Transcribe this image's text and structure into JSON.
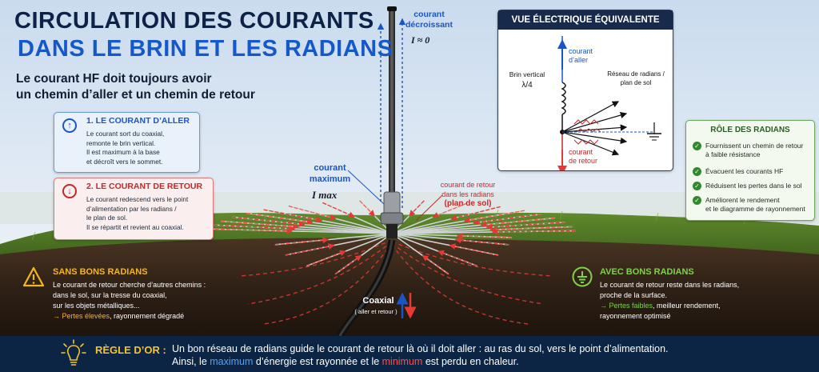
{
  "title": {
    "line1": "CIRCULATION DES COURANTS",
    "line2": "DANS LE BRIN ET LES RADIANS"
  },
  "subtitle": {
    "line1": "Le courant HF doit toujours avoir",
    "line2": "un chemin d’aller et un chemin de retour"
  },
  "aller_box": {
    "title": "1. LE COURANT D’ALLER",
    "lines": [
      "Le courant sort du coaxial,",
      "remonte le brin vertical.",
      "Il est maximum à la base",
      "et décroît vers le sommet."
    ],
    "color": "#1a55c8"
  },
  "retour_box": {
    "title": "2. LE COURANT DE RETOUR",
    "lines": [
      "Le courant redescend vers le point",
      "d’alimentation par les radians /",
      "le plan de sol.",
      "Il se répartit et revient au coaxial."
    ],
    "color": "#c62828"
  },
  "antenna_labels": {
    "top_line1": "courant",
    "top_line2": "décroissant",
    "top_formula": "I ≈ 0",
    "mid_line1": "courant",
    "mid_line2": "maximum",
    "mid_formula": "I max",
    "radial_line1": "courant de retour",
    "radial_line2": "dans les radians",
    "radial_line3": "(plan de sol)",
    "coax": "Coaxial",
    "coax_sub": "( aller et retour )"
  },
  "elec_view": {
    "title": "VUE ÉLECTRIQUE ÉQUIVALENTE",
    "brin_line1": "Brin vertical",
    "brin_line2": "λ/4",
    "aller_line1": "courant",
    "aller_line2": "d’aller",
    "retour_line1": "courant",
    "retour_line2": "de retour",
    "reseau_line1": "Réseau de radians /",
    "reseau_line2": "plan de sol"
  },
  "role": {
    "title": "RÔLE DES RADIANS",
    "items": [
      [
        "Fournissent un chemin de retour",
        "à faible résistance"
      ],
      [
        "Évacuent les courants HF"
      ],
      [
        "Réduisent les pertes dans le sol"
      ],
      [
        "Améliorent le rendement",
        "et le diagramme de rayonnement"
      ]
    ]
  },
  "sans": {
    "title": "SANS BONS RADIANS",
    "lines": [
      "Le courant de retour cherche d’autres chemins :",
      "dans le sol, sur la tresse du coaxial,",
      "sur les objets métalliques..."
    ],
    "arrow_highlight": "→ Pertes élevées",
    "arrow_rest": ", rayonnement dégradé"
  },
  "avec": {
    "title": "AVEC BONS RADIANS",
    "lines": [
      "Le courant de retour reste dans les radians,",
      "proche de la surface."
    ],
    "arrow_highlight": "→ Pertes faibles",
    "arrow_rest": ", meilleur rendement,",
    "last_line": "rayonnement optimisé"
  },
  "rule": {
    "title": "RÈGLE D’OR :",
    "line1": "Un bon réseau de radians guide le courant de retour là où il doit aller : au ras du sol, vers le point d’alimentation.",
    "line2_a": "Ainsi, le ",
    "line2_max": "maximum",
    "line2_b": " d’énergie est rayonnée et le ",
    "line2_min": "minimum",
    "line2_c": " est perdu en chaleur."
  },
  "colors": {
    "aller": "#1a55c8",
    "retour": "#d32f2f",
    "warn": "#f4b51e",
    "good": "#7fd14a",
    "navy": "#0d2545"
  }
}
